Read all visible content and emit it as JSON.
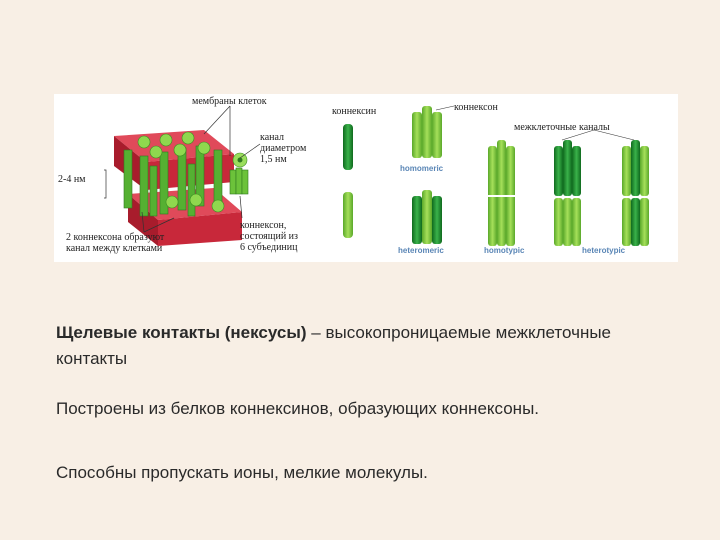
{
  "figure": {
    "labels": {
      "membranes": "мембраны клеток",
      "gap": "2-4 нм",
      "channel_diameter": [
        "канал",
        "диаметром",
        "1,5 нм"
      ],
      "two_connexons": [
        "2 коннексона образуют",
        "канал между клетками"
      ],
      "connexon_six": [
        "коннексон,",
        "состоящий из",
        "6 субъединиц"
      ],
      "connexin": "коннексин",
      "connexon": "коннексон",
      "intercellular_channels": "межклеточные каналы"
    },
    "tags": {
      "homomeric": "homomeric",
      "heteromeric": "heteromeric",
      "homotypic": "homotypic",
      "heterotypic": "heterotypic"
    },
    "colors": {
      "membrane_red": "#c8283a",
      "light_green": "#7cc63c",
      "dark_green": "#1f8a2e",
      "tag_blue": "#5a86b6"
    }
  },
  "text": {
    "p1_bold": "Щелевые контакты (нексусы)",
    "p1_rest": " – высокопроницаемые межклеточные контакты",
    "p2": "Построены из белков коннексинов, образующих коннексоны.",
    "p3": "Способны пропускать ионы, мелкие молекулы."
  }
}
